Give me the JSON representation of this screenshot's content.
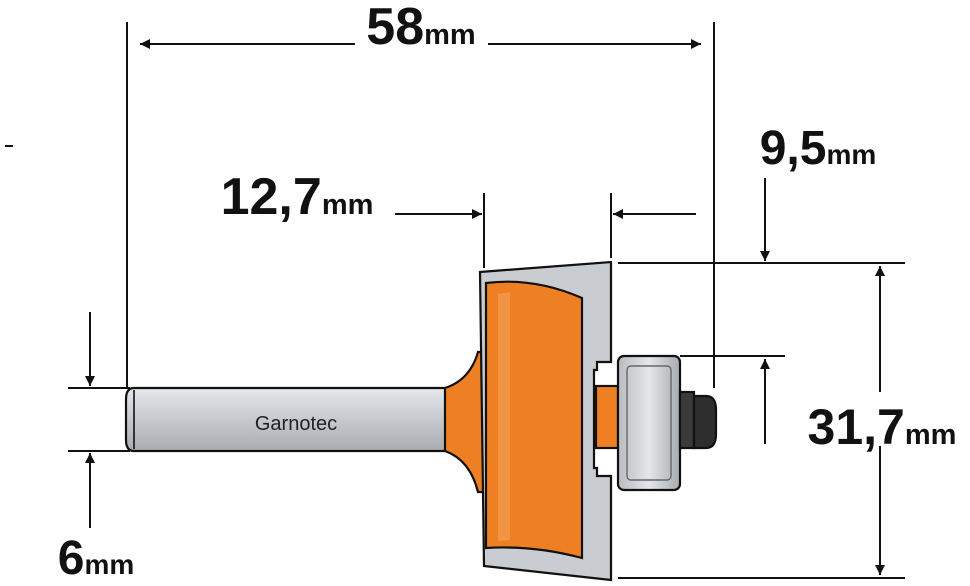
{
  "brand_label": "Garnotec",
  "dimensions": {
    "overall_length": {
      "value": "58",
      "unit": "mm"
    },
    "cutting_depth": {
      "value": "12,7",
      "unit": "mm"
    },
    "bearing_offset": {
      "value": "9,5",
      "unit": "mm"
    },
    "cutting_diameter": {
      "value": "31,7",
      "unit": "mm"
    },
    "shank_diameter": {
      "value": "6",
      "unit": "mm"
    }
  },
  "colors": {
    "body": "#EE7F22",
    "steel": "#C8CBCF",
    "bearing_dark": "#3A3A3A",
    "line": "#111111"
  },
  "icons": [
    "router-bit-icon",
    "bearing-icon"
  ]
}
